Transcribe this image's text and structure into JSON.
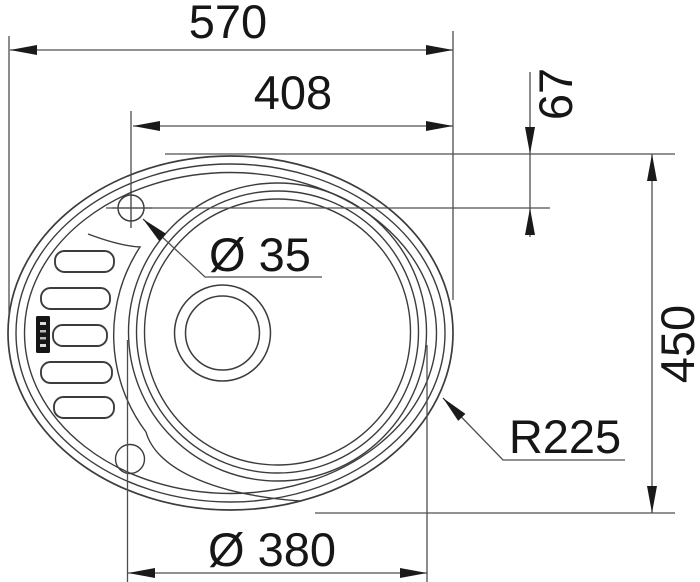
{
  "drawing": {
    "type": "sink-technical-drawing",
    "dimensions": {
      "overall_width": "570",
      "tap_center_to_right_edge": "408",
      "tap_center_offset_from_top": "67",
      "overall_depth": "450",
      "tap_hole_diameter": "Ø 35",
      "edge_radius": "R225",
      "bowl_diameter": "Ø 380"
    },
    "colors": {
      "background": "#ffffff",
      "object_line": "#3c3c3c",
      "dimension_line": "#4f4f4f",
      "text": "#161616",
      "badge": "#161616"
    }
  }
}
